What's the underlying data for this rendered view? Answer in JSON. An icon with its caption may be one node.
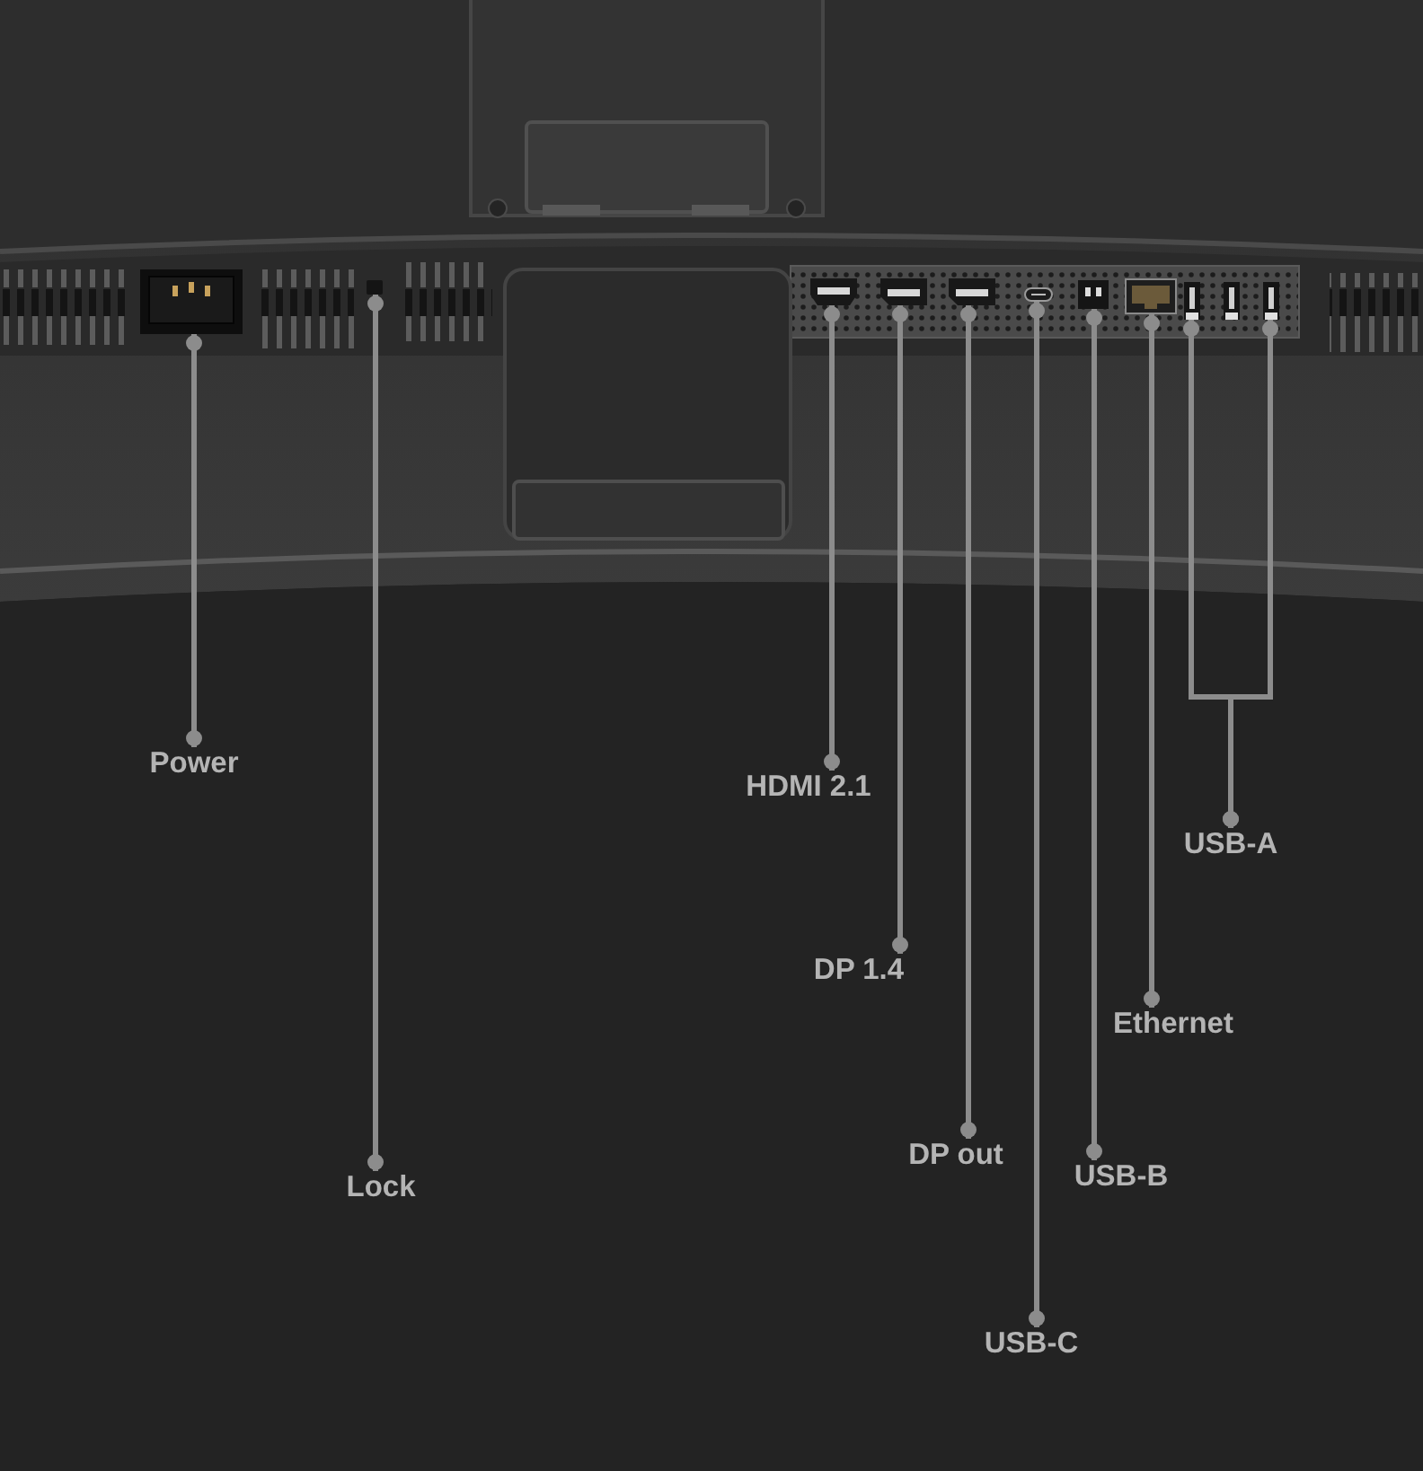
{
  "diagram": {
    "nodes": [
      {
        "text": [],
        "shape": "box"
      },
      {
        "text": [],
        "shape": "box"
      },
      {
        "text": [],
        "shape": "box"
      },
      {
        "text": [],
        "shape": "box"
      },
      {
        "text": [],
        "shape": "box"
      },
      {
        "text": [],
        "shape": "box"
      },
      {
        "text": [],
        "shape": "box"
      },
      {
        "text": [],
        "shape": "box"
      },
      {
        "text": [],
        "shape": "box"
      },
      {
        "text": [],
        "shape": "box"
      },
      {
        "text": [
          "Power"
        ]
      },
      {
        "text": [
          "Lock"
        ]
      },
      {
        "text": [
          "HDMI 2.1"
        ]
      },
      {
        "text": [
          "DP 1.4"
        ]
      },
      {
        "text": [
          "DP out"
        ]
      },
      {
        "text": [
          "USB-C"
        ]
      },
      {
        "text": [
          "USB-B"
        ]
      },
      {
        "text": [
          "Ethernet"
        ]
      },
      {
        "text": [
          "USB-A"
        ]
      }
    ],
    "edges": [
      {
        "from": 10,
        "to": 0,
        "arrow": "other"
      },
      {
        "from": 11,
        "to": 1,
        "arrow": "other"
      },
      {
        "from": 12,
        "to": 2,
        "arrow": "other"
      },
      {
        "from": 13,
        "to": 3,
        "arrow": "other"
      },
      {
        "from": 14,
        "to": 4,
        "arrow": "other"
      },
      {
        "from": 15,
        "to": 5,
        "arrow": "other"
      },
      {
        "from": 16,
        "to": 6,
        "arrow": "other"
      },
      {
        "from": 17,
        "to": 7,
        "arrow": "other"
      },
      {
        "from": 18,
        "to": 8,
        "arrow": "other"
      },
      {
        "from": 18,
        "to": 9,
        "arrow": "other"
      }
    ]
  }
}
